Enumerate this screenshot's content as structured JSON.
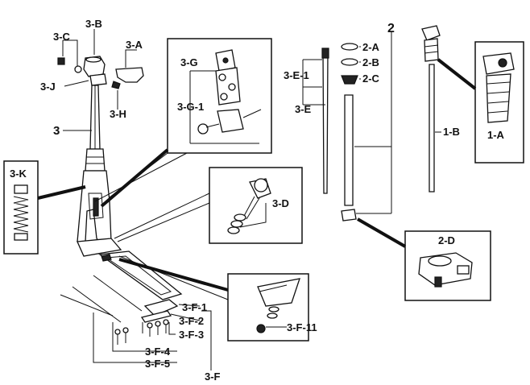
{
  "labels": {
    "l_2": "2",
    "l_2a": "2-A",
    "l_2b": "2-B",
    "l_2c": "2-C",
    "l_2d": "2-D",
    "l_1a": "1-A",
    "l_1b": "1-B",
    "l_3": "3",
    "l_3a": "3-A",
    "l_3b": "3-B",
    "l_3c": "3-C",
    "l_3j": "3-J",
    "l_3h": "3-H",
    "l_3k": "3-K",
    "l_3d": "3-D",
    "l_3e": "3-E",
    "l_3e1": "3-E-1",
    "l_3f": "3-F",
    "l_3f1": "3-F-1",
    "l_3f2": "3-F-2",
    "l_3f3": "3-F-3",
    "l_3f4": "3-F-4",
    "l_3f5": "3-F-5",
    "l_3f11": "3-F-11",
    "l_3g": "3-G",
    "l_3g1": "3-G-1"
  }
}
